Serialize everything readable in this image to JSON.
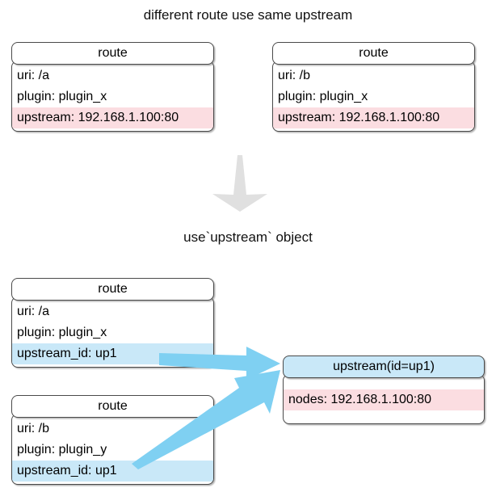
{
  "diagram": {
    "caption_top": "different route use same upstream",
    "caption_middle": "use`upstream` object",
    "colors": {
      "highlight_pink": "#fbdde1",
      "highlight_blue": "#c9e8f8",
      "arrow_blue": "#7fd0f2",
      "arrow_gray": "#e0e0e0",
      "border": "#4a4a4a",
      "background": "#ffffff"
    },
    "before": {
      "route_a": {
        "title": "route",
        "attrs": [
          {
            "text": "uri: /a",
            "highlight": "none"
          },
          {
            "text": "plugin: plugin_x",
            "highlight": "none"
          },
          {
            "text": "upstream: 192.168.1.100:80",
            "highlight": "pink"
          }
        ]
      },
      "route_b": {
        "title": "route",
        "attrs": [
          {
            "text": "uri: /b",
            "highlight": "none"
          },
          {
            "text": "plugin: plugin_x",
            "highlight": "none"
          },
          {
            "text": "upstream: 192.168.1.100:80",
            "highlight": "pink"
          }
        ]
      }
    },
    "after": {
      "route_a": {
        "title": "route",
        "attrs": [
          {
            "text": "uri: /a",
            "highlight": "none"
          },
          {
            "text": "plugin: plugin_x",
            "highlight": "none"
          },
          {
            "text": "upstream_id: up1",
            "highlight": "blue"
          }
        ]
      },
      "route_b": {
        "title": "route",
        "attrs": [
          {
            "text": "uri: /b",
            "highlight": "none"
          },
          {
            "text": "plugin: plugin_y",
            "highlight": "none"
          },
          {
            "text": "upstream_id: up1",
            "highlight": "blue"
          }
        ]
      },
      "upstream": {
        "title": "upstream(id=up1)",
        "attrs": [
          {
            "text": "nodes: 192.168.1.100:80",
            "highlight": "pink"
          }
        ]
      }
    },
    "connectors": [
      {
        "name": "transform-arrow",
        "from": "before-section",
        "to": "after-section",
        "color": "#e0e0e0"
      },
      {
        "name": "route-a-to-upstream",
        "from": "after.route_a.upstream_id",
        "to": "after.upstream",
        "color": "#7fd0f2"
      },
      {
        "name": "route-b-to-upstream",
        "from": "after.route_b.upstream_id",
        "to": "after.upstream",
        "color": "#7fd0f2"
      }
    ]
  }
}
